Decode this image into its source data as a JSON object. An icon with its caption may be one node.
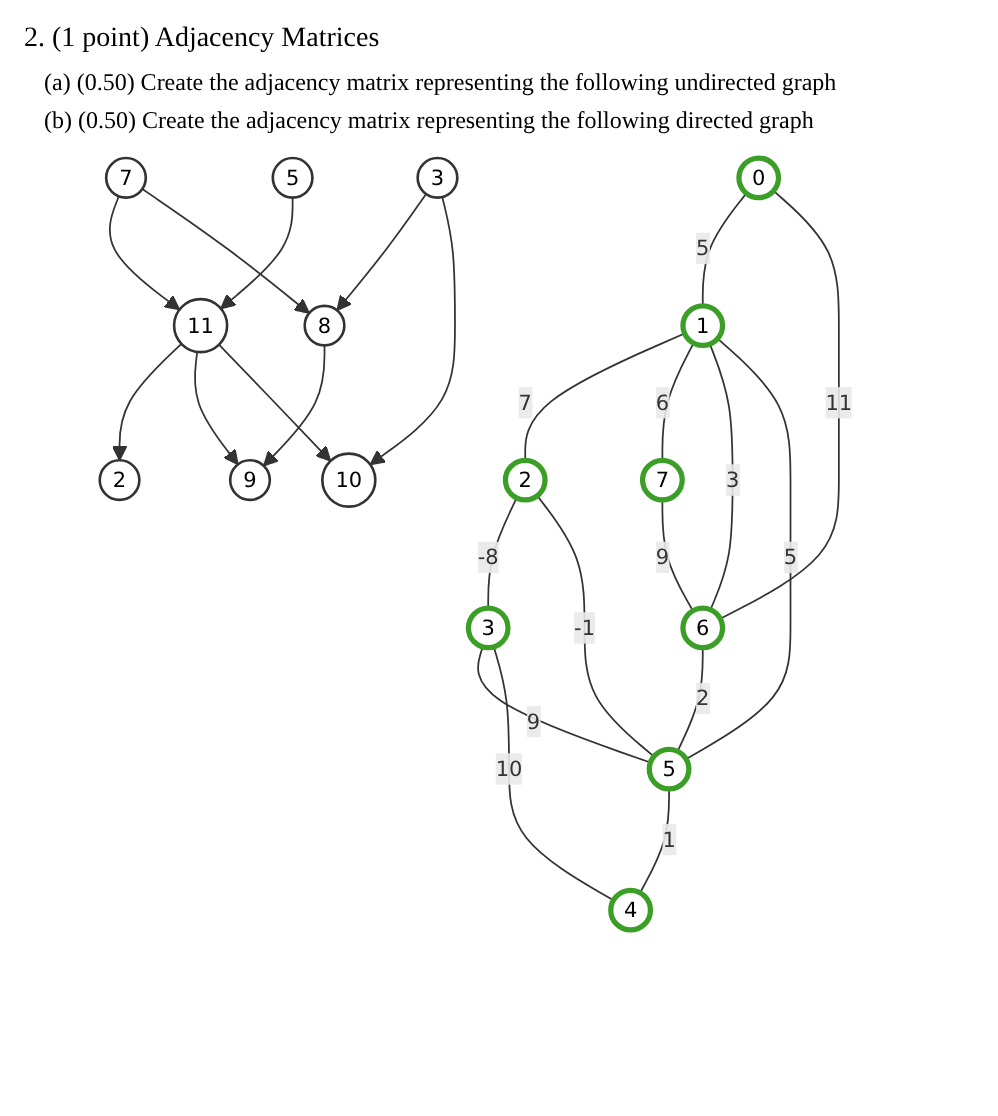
{
  "diagram": {
    "title": "2. (1 point) Adjacency Matrices",
    "nodes": [
      {
        "text": [
          "0"
        ]
      },
      {
        "text": [
          "1"
        ]
      },
      {
        "text": [
          "2"
        ]
      },
      {
        "text": [
          "3"
        ]
      },
      {
        "text": [
          "7"
        ]
      },
      {
        "text": [
          "6"
        ]
      },
      {
        "text": [
          "5"
        ]
      },
      {
        "text": [
          "4"
        ]
      },
      {
        "text": [
          "7"
        ]
      },
      {
        "text": [
          "5"
        ]
      },
      {
        "text": [
          "3"
        ]
      },
      {
        "text": [
          "11"
        ]
      },
      {
        "text": [
          "8"
        ]
      },
      {
        "text": [
          "2"
        ]
      },
      {
        "text": [
          "9"
        ]
      },
      {
        "text": [
          "10"
        ]
      }
    ],
    "edges": [
      {
        "from": 0,
        "to": 1,
        "arrow": "none",
        "label": "5"
      },
      {
        "from": 1,
        "to": 2,
        "arrow": "none",
        "label": "7"
      },
      {
        "from": 2,
        "to": 3,
        "arrow": "none",
        "label": "-8"
      },
      {
        "from": 0,
        "to": 5,
        "arrow": "none",
        "label": "11"
      },
      {
        "from": 1,
        "to": 4,
        "arrow": "none",
        "label": "6"
      },
      {
        "from": 1,
        "to": 5,
        "arrow": "none",
        "label": "3"
      },
      {
        "from": 1,
        "to": 6,
        "arrow": "none",
        "label": "5"
      },
      {
        "from": 2,
        "to": 6,
        "arrow": "none",
        "label": "-1"
      },
      {
        "from": 3,
        "to": 6,
        "arrow": "none",
        "label": "9"
      },
      {
        "from": 3,
        "to": 7,
        "arrow": "none",
        "label": "10"
      },
      {
        "from": 4,
        "to": 5,
        "arrow": "none",
        "label": "9"
      },
      {
        "from": 5,
        "to": 6,
        "arrow": "none",
        "label": "2"
      },
      {
        "from": 6,
        "to": 7,
        "arrow": "none",
        "label": "1"
      },
      {
        "from": 8,
        "to": 11,
        "arrow": "to"
      },
      {
        "from": 8,
        "to": 12,
        "arrow": "to"
      },
      {
        "from": 9,
        "to": 11,
        "arrow": "to"
      },
      {
        "from": 10,
        "to": 12,
        "arrow": "to"
      },
      {
        "from": 10,
        "to": 15,
        "arrow": "to"
      },
      {
        "from": 11,
        "to": 13,
        "arrow": "to"
      },
      {
        "from": 11,
        "to": 14,
        "arrow": "to"
      },
      {
        "from": 11,
        "to": 15,
        "arrow": "to"
      },
      {
        "from": 12,
        "to": 14,
        "arrow": "to"
      }
    ],
    "labels": [
      "(a) (0.50) Create the adjacency matrix representing the following undirected graph",
      "(b) (0.50) Create the adjacency matrix representing the following directed graph"
    ]
  }
}
